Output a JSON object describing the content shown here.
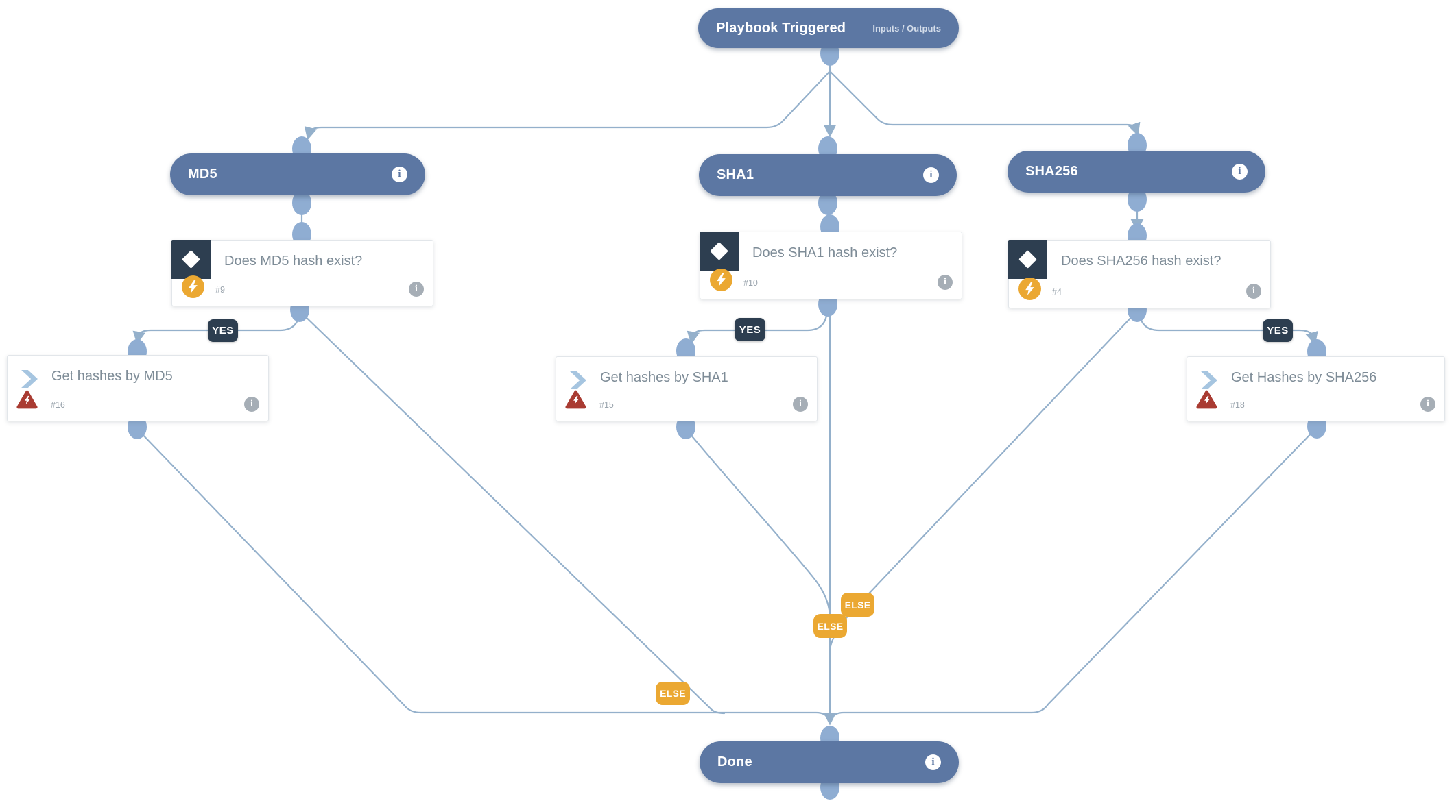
{
  "nodes": {
    "trigger": {
      "title": "Playbook Triggered",
      "io_label": "Inputs / Outputs"
    },
    "section_md5": {
      "title": "MD5"
    },
    "section_sha1": {
      "title": "SHA1"
    },
    "section_sha256": {
      "title": "SHA256"
    },
    "cond_md5": {
      "title": "Does MD5 hash exist?",
      "num": "#9"
    },
    "cond_sha1": {
      "title": "Does SHA1 hash exist?",
      "num": "#10"
    },
    "cond_sha256": {
      "title": "Does SHA256 hash exist?",
      "num": "#4"
    },
    "task_md5": {
      "title": "Get hashes by MD5",
      "num": "#16"
    },
    "task_sha1": {
      "title": "Get hashes by SHA1",
      "num": "#15"
    },
    "task_sha256": {
      "title": "Get Hashes by SHA256",
      "num": "#18"
    },
    "done": {
      "title": "Done"
    }
  },
  "edge_labels": {
    "yes": "YES",
    "else": "ELSE"
  },
  "icons": {
    "info_glyph": "i"
  },
  "colors": {
    "node_blue": "#5c77a3",
    "dark_slate": "#2d3e50",
    "condition_orange": "#eba832",
    "error_red": "#a93b32",
    "edge_blue": "#94b0cb",
    "connector_blue": "#8fadd2",
    "card_title_gray": "#7e8c97"
  }
}
